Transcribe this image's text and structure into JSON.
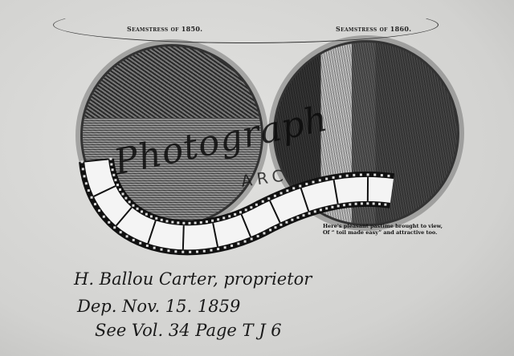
{
  "titles": {
    "left": "Seamstress of 1850.",
    "right": "Seamstress of 1860."
  },
  "caption": [
    "Here's pleasant pastime brought to view,",
    "Of “ toil made easy” and attractive too."
  ],
  "watermark": {
    "script": "Photograph",
    "sub": "ARC"
  },
  "handwriting": [
    "H. Ballou Carter, proprietor",
    "Dep. Nov. 15. 1859",
    "See Vol. 34 Page  T J 6"
  ]
}
